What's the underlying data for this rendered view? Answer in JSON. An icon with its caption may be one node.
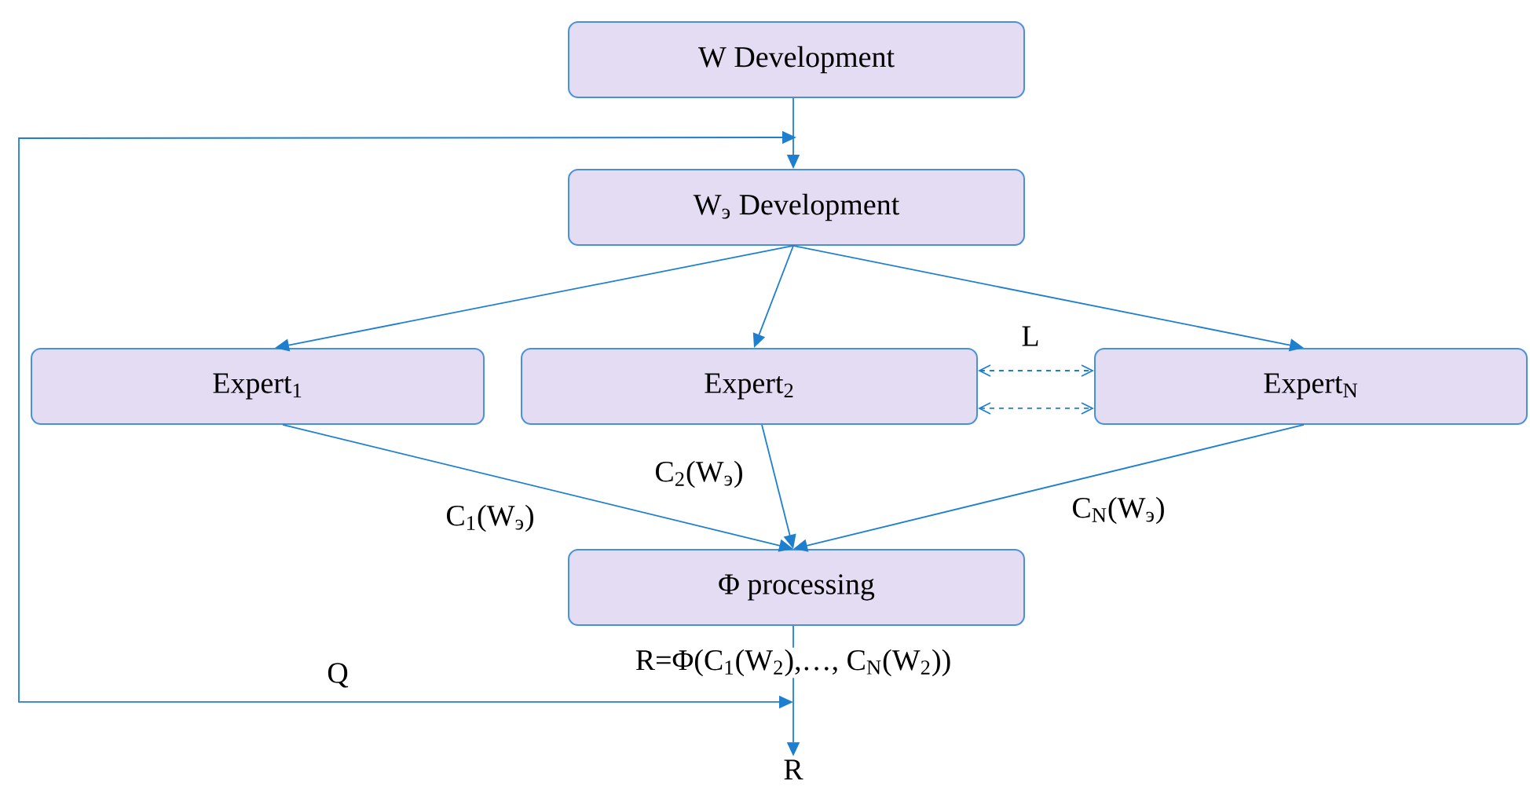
{
  "diagram": {
    "nodes": [
      {
        "text": [
          "W Development"
        ]
      },
      {
        "text": [
          "W$_{э}$ Development"
        ]
      },
      {
        "text": [
          "Expert$_{1}$"
        ]
      },
      {
        "text": [
          "Expert$_{2}$"
        ]
      },
      {
        "text": [
          "Expert$_{N}$"
        ]
      },
      {
        "text": [
          "Φ processing"
        ]
      },
      {
        "text": [
          "R"
        ]
      }
    ],
    "edges": [
      {
        "from": 0,
        "to": 1,
        "arrow": "to"
      },
      {
        "from": 1,
        "to": 2,
        "arrow": "to"
      },
      {
        "from": 1,
        "to": 3,
        "arrow": "to"
      },
      {
        "from": 1,
        "to": 4,
        "arrow": "to"
      },
      {
        "from": 2,
        "to": 5,
        "arrow": "to",
        "label": "C$_{1}$(W$_{э}$)"
      },
      {
        "from": 3,
        "to": 5,
        "arrow": "to",
        "label": "C$_{2}$(W$_{э}$)"
      },
      {
        "from": 4,
        "to": 5,
        "arrow": "to",
        "label": "C$_{N}$(W$_{э}$)"
      },
      {
        "from": 3,
        "to": 4,
        "arrow": "both",
        "style": "dashed",
        "label": "L"
      },
      {
        "from": 3,
        "to": 4,
        "arrow": "both",
        "style": "dashed"
      },
      {
        "from": 5,
        "to": 6,
        "arrow": "to",
        "label": "R=Φ(C$_{1}$(W$_{2}$),…, C$_{N}$(W$_{2}$))"
      },
      {
        "from": null,
        "to": 1,
        "arrow": "both",
        "label": "Q"
      }
    ]
  }
}
